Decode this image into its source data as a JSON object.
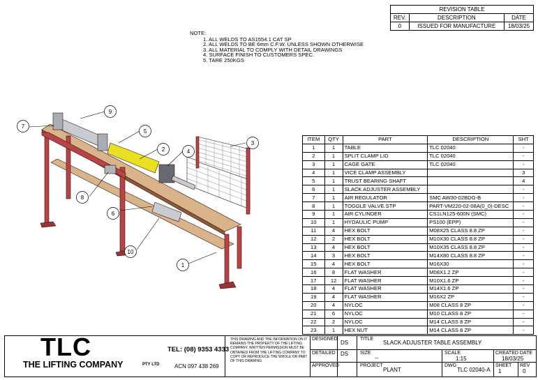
{
  "revision_table": {
    "title": "REVISION TABLE",
    "headers": [
      "REV.",
      "DESCRIPTION",
      "DATE"
    ],
    "rows": [
      [
        "0",
        "ISSUED FOR MANUFACTURE",
        "18/03/25"
      ]
    ]
  },
  "notes": {
    "title": "NOTE:",
    "items": [
      "1. ALL WELDS TO AS1554.1 CAT SP",
      "2. ALL WELDS TO BE 6mm C.F.W. UNLESS SHOWN OTHERWISE",
      "3. ALL MATERIAL TO COMPLY WITH DETAIL DRAWINGS",
      "4. SURFACE FINISH TO CUSTOMERS SPEC.",
      "5. TARE 250KGS"
    ]
  },
  "balloons": [
    "1",
    "2",
    "3",
    "4",
    "5",
    "6",
    "7",
    "8",
    "9",
    "10"
  ],
  "bom": {
    "headers": [
      "ITEM",
      "QTY",
      "PART",
      "DESCRIPTION",
      "SHT"
    ],
    "rows": [
      [
        "1",
        "1",
        "TABLE",
        "TLC 02040",
        "-"
      ],
      [
        "2",
        "1",
        "SPLIT CLAMP LID",
        "TLC 02040",
        "-"
      ],
      [
        "3",
        "1",
        "CAGE GATE",
        "TLC 02040",
        "-"
      ],
      [
        "4",
        "1",
        "VICE CLAMP ASSEMBLY",
        "",
        "3"
      ],
      [
        "5",
        "1",
        "TRUST BEARING SHAFT",
        "",
        "4"
      ],
      [
        "6",
        "1",
        "SLACK ADJUSTER ASSEMBLY",
        "",
        "-"
      ],
      [
        "7",
        "1",
        "AIR REGULATOR",
        "SMC AW30-02BDG-B",
        "-"
      ],
      [
        "8",
        "1",
        "TOGGLE VALVE.STP",
        "PART-VM220-02-08A(0_0)-DESC",
        "-"
      ],
      [
        "9",
        "1",
        "AIR CYLINDER",
        "CS1LN125-600N (SMC)",
        "-"
      ],
      [
        "10",
        "1",
        "HYDAULIC PUMP",
        "PS100 (EPP)",
        "-"
      ],
      [
        "11",
        "4",
        "HEX BOLT",
        "M08X25 CLASS 8.8 ZP",
        "-"
      ],
      [
        "12",
        "2",
        "HEX BOLT",
        "M10X30 CLASS 8.8 ZP",
        "-"
      ],
      [
        "13",
        "4",
        "HEX BOLT",
        "M10X35 CLASS 8.8 ZP",
        "-"
      ],
      [
        "14",
        "3",
        "HEX BOLT",
        "M14X80 CLASS 8.8 ZP",
        "-"
      ],
      [
        "15",
        "4",
        "HEX BOLT",
        "M16X30",
        "-"
      ],
      [
        "16",
        "8",
        "FLAT WASHER",
        "M08X1.2 ZP",
        "-"
      ],
      [
        "17",
        "12",
        "FLAT WASHER",
        "M10X1.6 ZP",
        "-"
      ],
      [
        "18",
        "4",
        "FLAT WASHER",
        "M14X1.6 ZP",
        "-"
      ],
      [
        "19",
        "4",
        "FLAT WASHER",
        "M16X2 ZP",
        "-"
      ],
      [
        "20",
        "4",
        "NYLOC",
        "M08 CLASS 8 ZP",
        "-"
      ],
      [
        "21",
        "6",
        "NYLOC",
        "M10 CLASS 8 ZP",
        "-"
      ],
      [
        "22",
        "2",
        "NYLOC",
        "M14 CLASS 8 ZP",
        "-"
      ],
      [
        "23",
        "1",
        "HEX NUT",
        "M14 CLASS 8 ZP",
        "-"
      ]
    ]
  },
  "company": {
    "logo": "TLC",
    "name": "THE LIFTING COMPANY",
    "pty": "PTY LTD",
    "phone": "TEL: (08) 9353 4333",
    "acn": "ACN 097 438 269"
  },
  "disclaimer": "THIS DRAWING AND THE INFORMATION ON IT REMAINS THE PROPERTY OF THE LIFTING COMPANY. WRITTEN PERMISSION MUST BE OBTAINED FROM THE LIFTING COMPANY TO COPY OR REPRODUCE THE WHOLE OR PART OF THIS DRAWING",
  "title_block": {
    "designed_label": "DESIGNED",
    "designed_value": "DS",
    "detailed_label": "DETAILED",
    "detailed_value": "DS",
    "approved_label": "APPROVED",
    "title_label": "TITLE",
    "title_value": "SLACK ADJUSTER TABLE ASSEMBLY",
    "size_label": "SIZE",
    "size_value": "--",
    "project_label": "PROJECT",
    "project_value": "PLANT",
    "scale_label": "SCALE",
    "scale_value": "1:15",
    "created_label": "CREATED DATE",
    "created_value": "18/03/25",
    "dwg_label": "DWG",
    "dwg_value": "TLC 02040-A",
    "sheet_label": "SHEET",
    "sheet_value": "1",
    "rev_label": "REV",
    "rev_value": "0"
  },
  "colors": {
    "frame": "#b84545",
    "frame_dark": "#7a2424",
    "top": "#d9b48a",
    "cylinder": "#e8e020",
    "steel": "#c8ccd0"
  }
}
